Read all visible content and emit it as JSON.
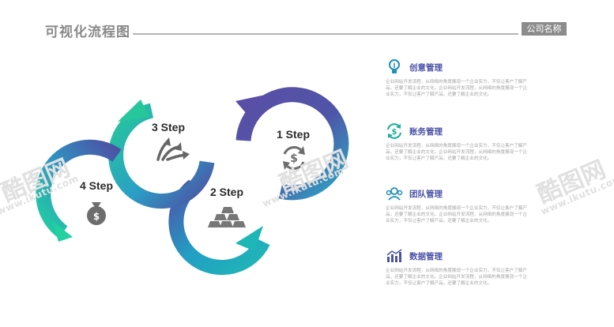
{
  "header": {
    "title": "可视化流程图",
    "company": "公司名称"
  },
  "steps": [
    {
      "label": "1 Step",
      "icon": "dollar-refresh-icon"
    },
    {
      "label": "2 Step",
      "icon": "gold-bars-icon"
    },
    {
      "label": "3 Step",
      "icon": "diverging-arrows-icon"
    },
    {
      "label": "4 Step",
      "icon": "money-bag-icon"
    }
  ],
  "items": [
    {
      "title": "创意管理",
      "icon": "lightbulb-icon",
      "desc": "企业网站开发流程，从网络的角度展现一个企业实力，不仅让客户了解产品，还要了解企业的文化。企业网站开发流程，从网络的角度展现一个企业实力，不仅让客户了解产品，还要了解企业的文化。"
    },
    {
      "title": "账务管理",
      "icon": "dollar-cycle-icon",
      "desc": "企业网站开发流程，从网络的角度展现一个企业实力，不仅让客户了解产品，还要了解企业的文化。企业网站开发流程，从网络的角度展现一个企业实力，不仅让客户了解产品，还要了解企业的文化。"
    },
    {
      "title": "团队管理",
      "icon": "team-icon",
      "desc": "企业网站开发流程，从网络的角度展现一个企业实力，不仅让客户了解产品，还要了解企业的文化。企业网站开发流程，从网络的角度展现一个企业实力，不仅让客户了解产品，还要了解企业的文化。"
    },
    {
      "title": "数据管理",
      "icon": "bar-chart-icon",
      "desc": "企业网站开发流程，从网络的角度展现一个企业实力，不仅让客户了解产品，还要了解企业的文化。企业网站开发流程，从网络的角度展现一个企业实力，不仅让客户了解产品，还要了解企业的文化。"
    }
  ],
  "watermark": {
    "logo_text": "酷图网",
    "url": "www.ikutu.com"
  },
  "colors": {
    "purple": "#4e4fa3",
    "teal": "#1fa4c0",
    "green": "#22c89a",
    "icon_gray": "#6d6d6d",
    "title_blue": "#4a52a8"
  }
}
